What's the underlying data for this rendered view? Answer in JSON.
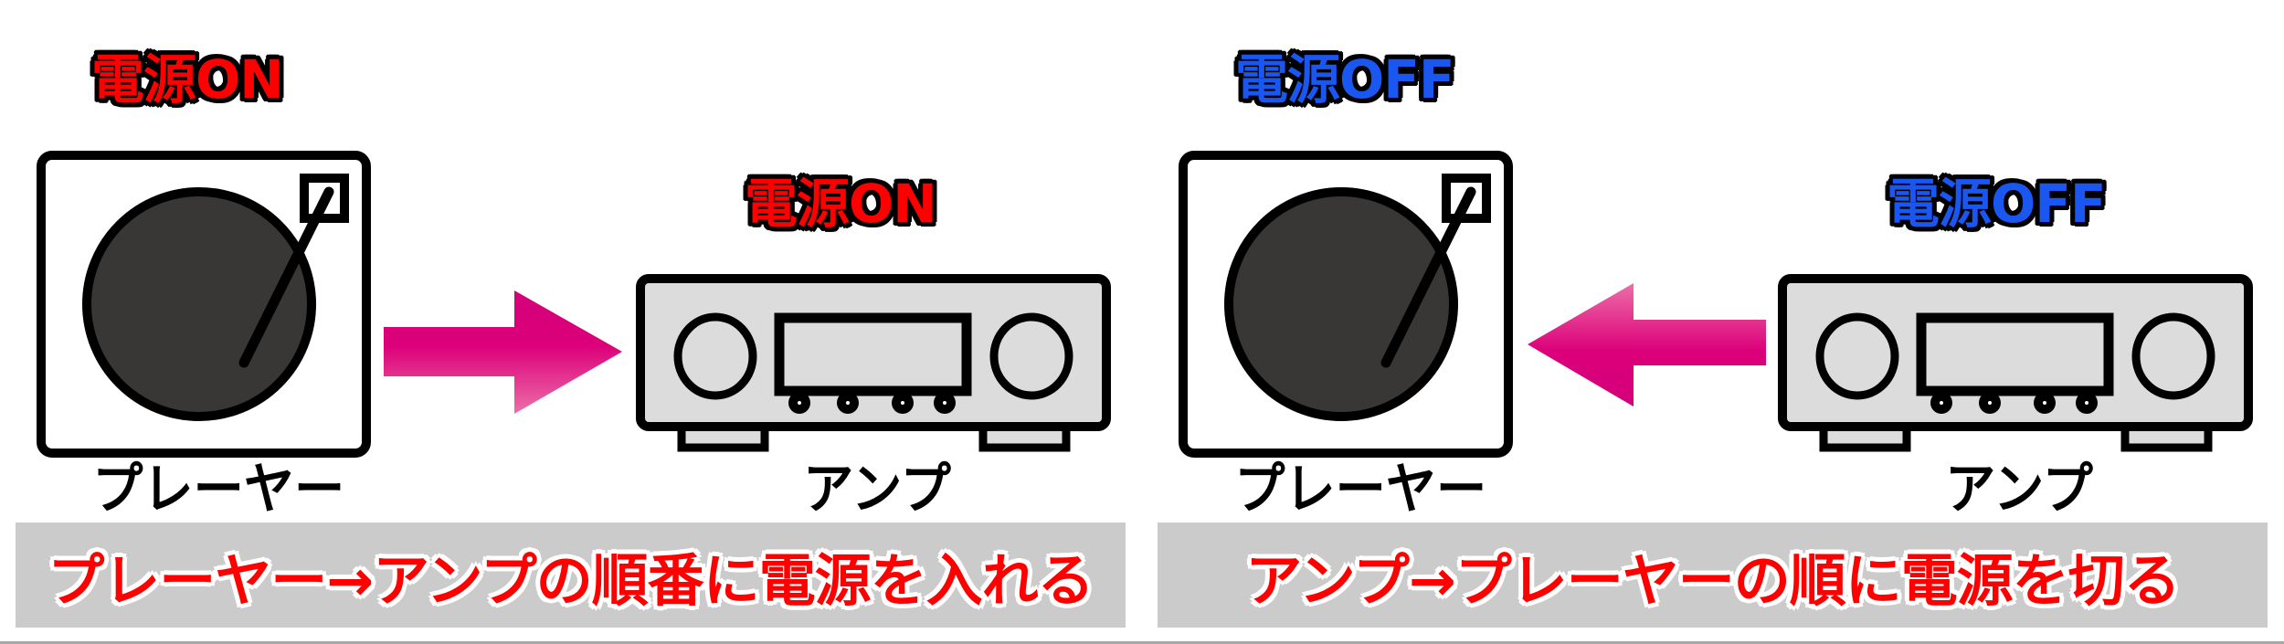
{
  "colors": {
    "on_label": "#ff0000",
    "off_label": "#1a56f0",
    "arrow": "#dc007a",
    "arrow_light": "#e85aa0",
    "platter": "#393735",
    "amp_fill": "#dcdcdc",
    "caption_bg": "#cbcbcb",
    "caption_text": "#ff0000"
  },
  "left_panel": {
    "player": {
      "state_label": "電源ON",
      "device_label": "プレーヤー",
      "icon": "turntable-icon"
    },
    "arrow": {
      "direction": "right",
      "icon": "arrow-right-icon"
    },
    "amp": {
      "state_label": "電源ON",
      "device_label": "アンプ",
      "icon": "amplifier-icon"
    },
    "caption": "プレーヤー→アンプの順番に電源を入れる"
  },
  "right_panel": {
    "player": {
      "state_label": "電源OFF",
      "device_label": "プレーヤー",
      "icon": "turntable-icon"
    },
    "arrow": {
      "direction": "left",
      "icon": "arrow-left-icon"
    },
    "amp": {
      "state_label": "電源OFF",
      "device_label": "アンプ",
      "icon": "amplifier-icon"
    },
    "caption": "アンプ→プレーヤーの順に電源を切る"
  }
}
